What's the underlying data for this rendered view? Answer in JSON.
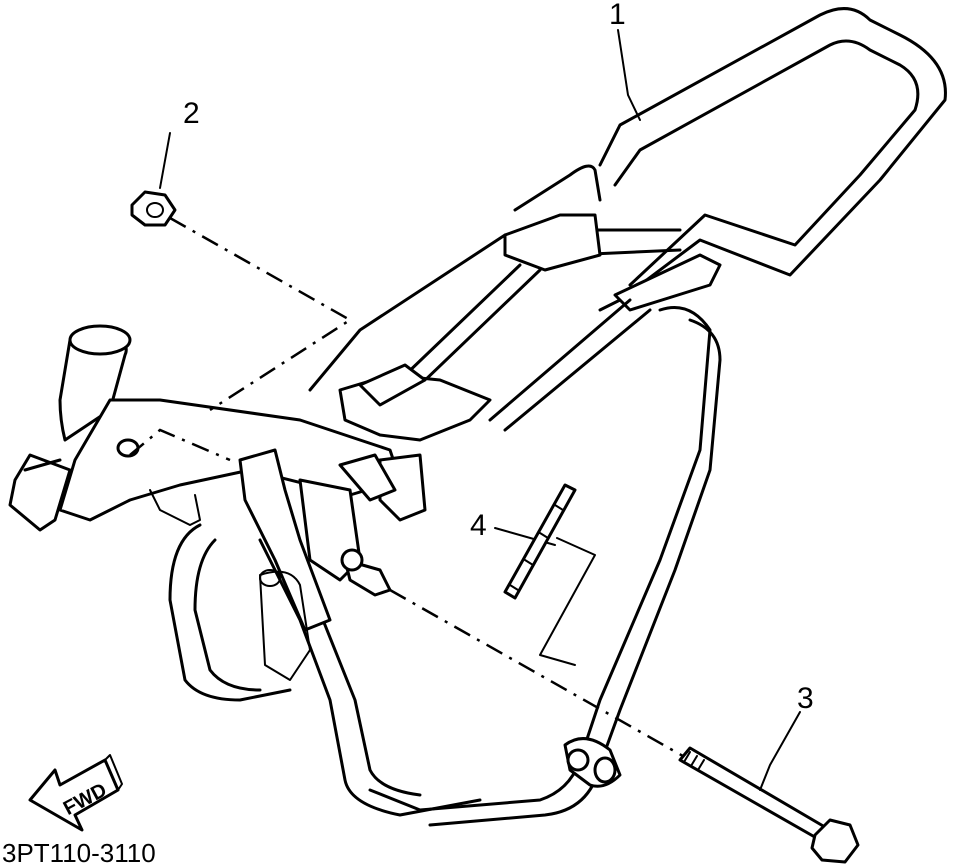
{
  "diagram": {
    "callouts": [
      {
        "id": "1",
        "text": "1"
      },
      {
        "id": "2",
        "text": "2"
      },
      {
        "id": "3",
        "text": "3"
      },
      {
        "id": "4",
        "text": "4"
      }
    ],
    "direction_arrow": {
      "text": "FWD"
    },
    "diagram_code": "3PT110-3110"
  }
}
